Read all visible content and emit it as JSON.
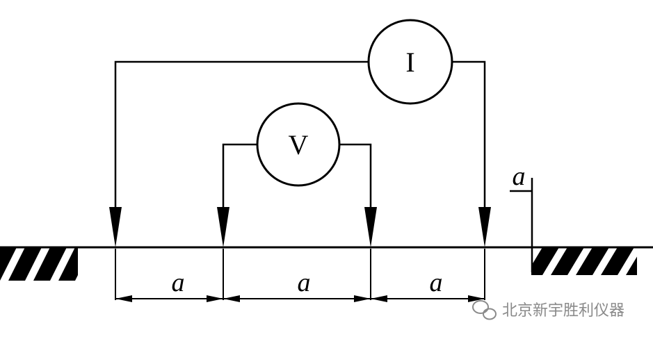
{
  "meters": {
    "current": "I",
    "voltage": "V"
  },
  "spacing_labels": [
    "a",
    "a",
    "a"
  ],
  "depth_label": "a",
  "watermark": {
    "text": "北京新宇胜利仪器",
    "icon": "wechat-icon"
  }
}
